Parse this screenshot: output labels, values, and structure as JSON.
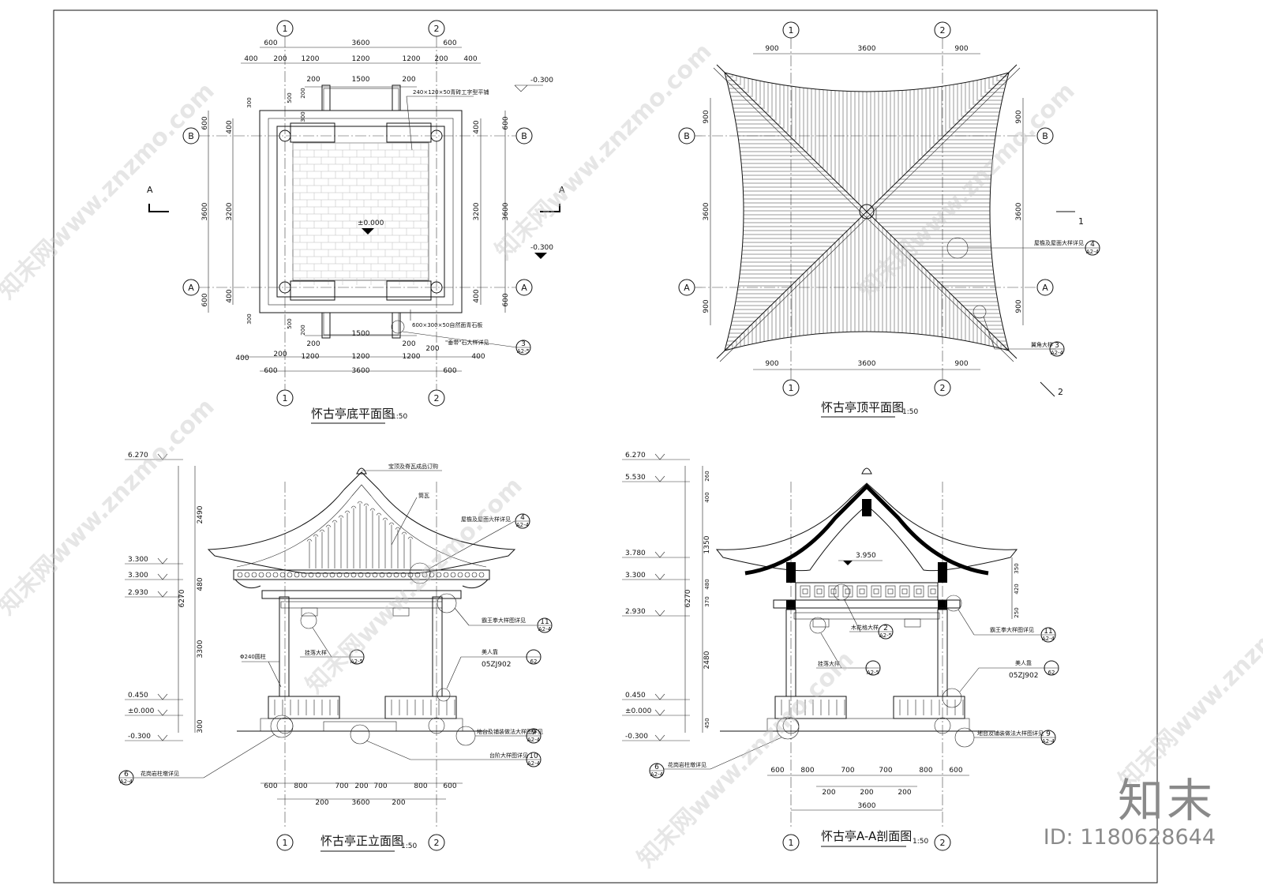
{
  "drawings": {
    "plan_bottom": {
      "title": "怀古亭底平面图",
      "scale": "1:50",
      "axes": [
        "①",
        "②",
        "Ⓑ",
        "Ⓐ"
      ],
      "dims_top_1": [
        "600",
        "3600",
        "600"
      ],
      "dims_top_2": [
        "400",
        "200",
        "1200",
        "1200",
        "1200",
        "200",
        "400"
      ],
      "dims_top_3": [
        "200",
        "1500",
        "200"
      ],
      "dims_bottom_1": [
        "400",
        "200",
        "1200",
        "1200",
        "1200",
        "200",
        "400"
      ],
      "dims_bottom_2": [
        "600",
        "3600",
        "600"
      ],
      "dims_bottom_3": [
        "200",
        "1500",
        "200"
      ],
      "dims_left": [
        "600",
        "3600",
        "600"
      ],
      "dims_left_inner": [
        "400",
        "3200",
        "400"
      ],
      "dims_left_small": [
        "300",
        "500",
        "200",
        "300",
        "200",
        "500",
        "300"
      ],
      "dims_right": [
        "600",
        "3600",
        "600"
      ],
      "dims_right_inner": [
        "400",
        "3200",
        "400"
      ],
      "elev_zero": "±0.000",
      "elev_minus": "-0.300",
      "elev_minus_2": "-0.300",
      "note_paving": "240×120×50青砖工字型平铺",
      "note_stone": "600×300×50自然面青石板",
      "note_detail": "\"垂带\"石大样详见",
      "callout_num": "3",
      "callout_ref": "A2-5",
      "section_mark": "A"
    },
    "plan_roof": {
      "title": "怀古亭顶平面图",
      "scale": "1:50",
      "dims_top": [
        "900",
        "3600",
        "900"
      ],
      "dims_bottom": [
        "900",
        "3600",
        "900"
      ],
      "dims_left": [
        "900",
        "3600",
        "900"
      ],
      "dims_right": [
        "900",
        "3600",
        "900"
      ],
      "note_roof": "屋檐及屋面大样详见",
      "callout_roof_num": "4",
      "callout_roof_ref": "A2-4",
      "note_corner": "翼角大样",
      "callout_corner_num": "3",
      "callout_corner_ref": "A2-4",
      "section_1": "1",
      "section_2": "2"
    },
    "elevation": {
      "title": "怀古亭正立面图",
      "scale": "1:50",
      "levels": [
        "6.270",
        "3.300",
        "3.300",
        "2.930",
        "0.450",
        "±0.000",
        "-0.300"
      ],
      "dims_vertical": [
        "2490",
        "480",
        "3300",
        "300",
        "6270"
      ],
      "dims_bottom": [
        "600",
        "800",
        "700",
        "200",
        "700",
        "800",
        "600"
      ],
      "dims_bottom_2": [
        "200",
        "3600",
        "200"
      ],
      "note_top": "宝顶及脊瓦成品订购",
      "note_tile": "筒瓦",
      "note_eave": "屋檐及屋面大样详见",
      "note_bawang": "霸王拳大样图详见",
      "note_guafang": "挂落大样",
      "note_meirenkao": "美人靠",
      "note_column": "Φ240圆柱",
      "note_base": "地台及铺装做法大样图详见",
      "note_steps": "台阶大样图详见",
      "note_pedestal": "花岗岩柱墩详见",
      "code": "05ZJ902",
      "c_eave_num": "4",
      "c_eave_ref": "A2-4",
      "c_bw_num": "11",
      "c_bw_ref": "A2-4",
      "c_gf_ref": "A2-5",
      "c_mrk_num": "62",
      "c_base_num": "9",
      "c_base_ref": "A2-4",
      "c_step_num": "10",
      "c_step_ref": "A2-4",
      "c_ped_num": "6",
      "c_ped_ref": "A2-4"
    },
    "section": {
      "title": "怀古亭A-A剖面图",
      "scale": "1:50",
      "levels": [
        "6.270",
        "5.530",
        "3.780",
        "3.300",
        "2.930",
        "0.450",
        "±0.000",
        "-0.300"
      ],
      "level_inner": "3.950",
      "dims_vertical": [
        "260",
        "400",
        "1350",
        "480",
        "370",
        "2480",
        "450",
        "6270"
      ],
      "dims_right": [
        "350",
        "420",
        "250"
      ],
      "dims_bottom": [
        "600",
        "800",
        "700",
        "700",
        "800",
        "600"
      ],
      "dims_bottom_2": [
        "200",
        "200",
        "200"
      ],
      "dims_bottom_3": "3600",
      "note_lattice": "木花格大样",
      "note_bawang": "霸王拳大样图详见",
      "note_guafang": "挂落大样",
      "note_meirenkao": "美人靠",
      "note_base": "地台及铺装做法大样图详见",
      "note_pedestal": "花岗岩柱墩详见",
      "code": "05ZJ902",
      "c_lat_num": "2",
      "c_lat_ref": "A2-5",
      "c_bw_num": "11",
      "c_bw_ref": "A2-4",
      "c_gf_ref": "A2-5",
      "c_mrk_num": "62",
      "c_base_num": "9",
      "c_base_ref": "A2-4",
      "c_ped_num": "6",
      "c_ped_ref": "A2-4"
    }
  },
  "watermark": {
    "text": "知末网www.znzmo.com"
  },
  "logo": {
    "brand": "知末",
    "id": "ID: 1180628644"
  }
}
